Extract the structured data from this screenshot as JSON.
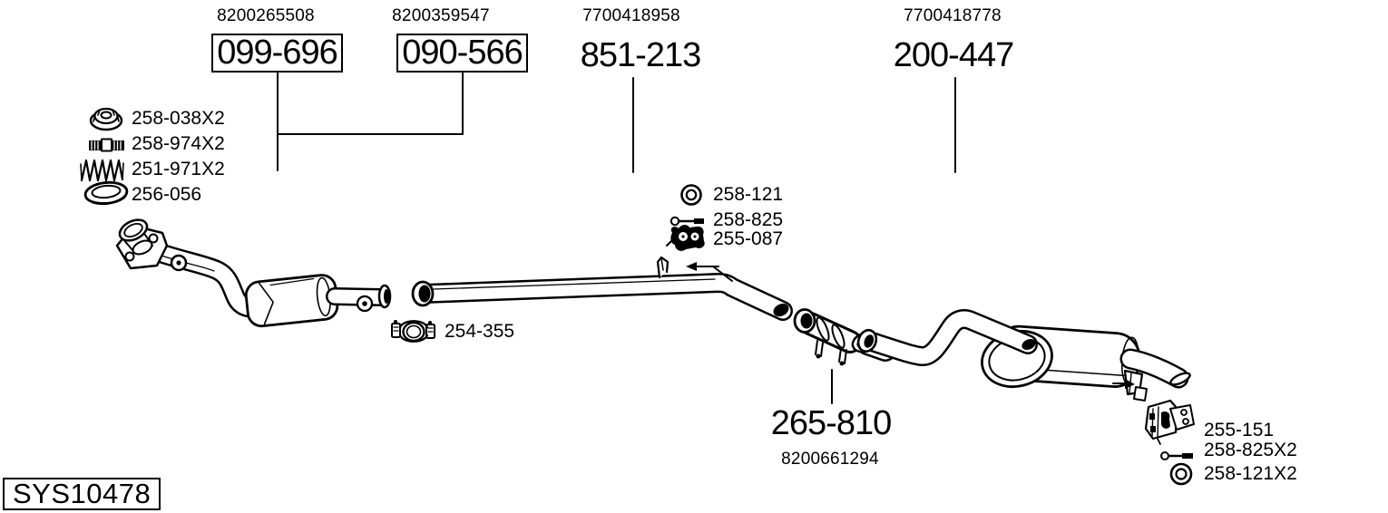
{
  "diagram": {
    "system_id": "SYS10478",
    "ink_color": "#000000",
    "background_color": "#ffffff",
    "top_labels": [
      {
        "ref": "8200265508",
        "part": "099-696",
        "boxed": true
      },
      {
        "ref": "8200359547",
        "part": "090-566",
        "boxed": true
      },
      {
        "ref": "7700418958",
        "part": "851-213",
        "boxed": false
      },
      {
        "ref": "7700418778",
        "part": "200-447",
        "boxed": false
      }
    ],
    "center_label": {
      "part": "265-810",
      "ref": "8200661294"
    },
    "parts_lists": {
      "front_hardware": [
        {
          "icon": "flange-nut-icon",
          "label": "258-038X2"
        },
        {
          "icon": "stud-bolt-icon",
          "label": "258-974X2"
        },
        {
          "icon": "spring-icon",
          "label": "251-971X2"
        },
        {
          "icon": "gasket-ring-icon",
          "label": "256-056"
        }
      ],
      "middle_hardware": [
        {
          "icon": "washer-ring-icon",
          "label": "258-121"
        },
        {
          "icon": "bolt-icon",
          "label": "258-825"
        },
        {
          "icon": "rubber-hanger-icon",
          "label": "255-087"
        }
      ],
      "clamp": {
        "icon": "clamp-icon",
        "label": "254-355"
      },
      "rear_hardware": [
        {
          "icon": "hanger-bracket-icon",
          "label": "255-151"
        },
        {
          "icon": "bolt-icon",
          "label": "258-825X2"
        },
        {
          "icon": "washer-ring-icon",
          "label": "258-121X2"
        }
      ]
    }
  }
}
